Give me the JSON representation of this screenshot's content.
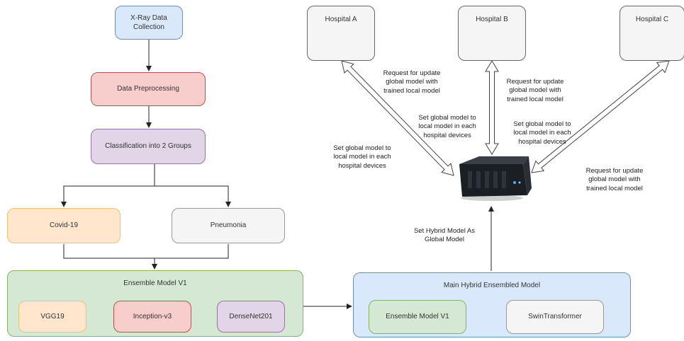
{
  "pipeline": {
    "data_collection": "X-Ray Data\nCollection",
    "preprocessing": "Data Preprocessing",
    "classification": "Classification into 2 Groups",
    "covid": "Covid-19",
    "pneumonia": "Pneumonia"
  },
  "ensemble_v1": {
    "title": "Ensemble Model V1",
    "models": [
      "VGG19",
      "Inception-v3",
      "DenseNet201"
    ]
  },
  "hybrid": {
    "title": "Main Hybrid Ensembled Model",
    "models": [
      "Ensemble Model V1",
      "SwinTransformer"
    ]
  },
  "hospitals": [
    "Hospital A",
    "Hospital B",
    "Hospital C"
  ],
  "notes": {
    "request_a": "Request for update\nglobal model with\ntrained local model",
    "request_b": "Request for update\nglobal model with\ntrained local model",
    "request_c": "Request for update\nglobal model with\ntrained local model",
    "set_a": "Set global model to\nlocal model in each\nhospital devices",
    "set_b": "Set global model to\nlocal model in each\nhospital devices",
    "set_c": "Set global model to\nlocal model in each\nhospital devices",
    "set_hybrid": "Set Hybrid Model As\nGlobal Model"
  },
  "colors": {
    "blue_fill": "#dae8fc",
    "blue_stroke": "#6c8ebf",
    "red_fill": "#f8cecc",
    "red_stroke": "#b85450",
    "purple_fill": "#e1d5e7",
    "purple_stroke": "#9673a6",
    "orange_fill": "#ffe6cc",
    "orange_stroke": "#f0c36d",
    "green_fill": "#d5e8d4",
    "green_stroke": "#82b366",
    "gray_fill": "#f5f5f5",
    "gray_stroke": "#999999"
  },
  "icons": {
    "server": "server-icon"
  }
}
